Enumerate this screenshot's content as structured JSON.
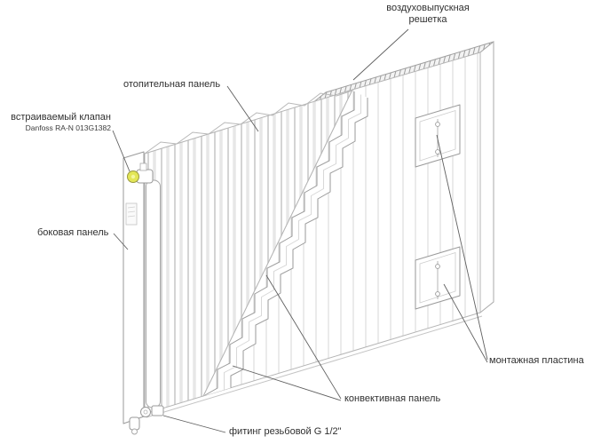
{
  "diagram": {
    "subject": "panel-radiator-exploded-diagram",
    "labels": {
      "air_grille_1": "воздуховыпускная",
      "air_grille_2": "решетка",
      "heating_panel": "отопительная панель",
      "valve_1": "встраиваемый клапан",
      "valve_2": "Danfoss RA-N 013G1382",
      "side_panel": "боковая панель",
      "mounting_plate": "монтажная пластина",
      "convective_panel": "конвективная панель",
      "fitting": "фитинг резьбовой G 1/2\""
    },
    "colors": {
      "outline": "#9a9a9a",
      "light_line": "#c8c8c8",
      "callout_line": "#5f5f5f",
      "label_text": "#2f2f2f",
      "valve_cap": "#e3e657"
    }
  }
}
